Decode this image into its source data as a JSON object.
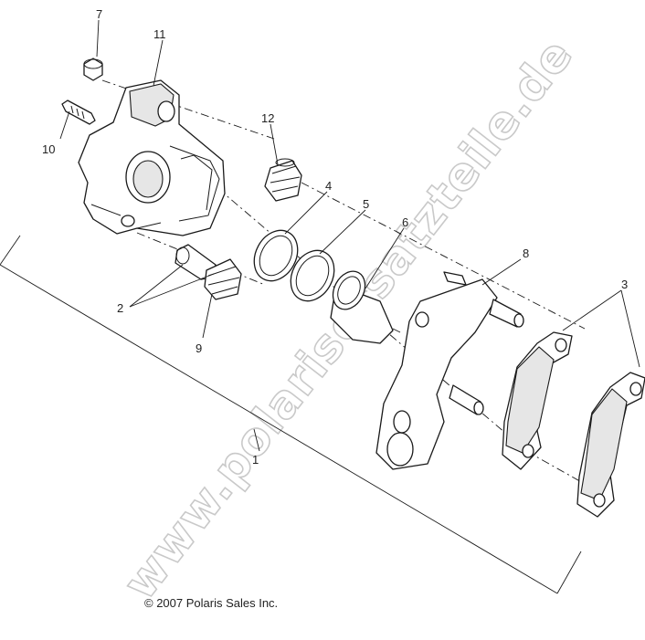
{
  "watermark": "www.polarisersatzteile.de",
  "copyright": "© 2007 Polaris Sales Inc.",
  "callouts": [
    "7",
    "11",
    "10",
    "12",
    "4",
    "5",
    "6",
    "8",
    "3",
    "2",
    "9",
    "1"
  ]
}
